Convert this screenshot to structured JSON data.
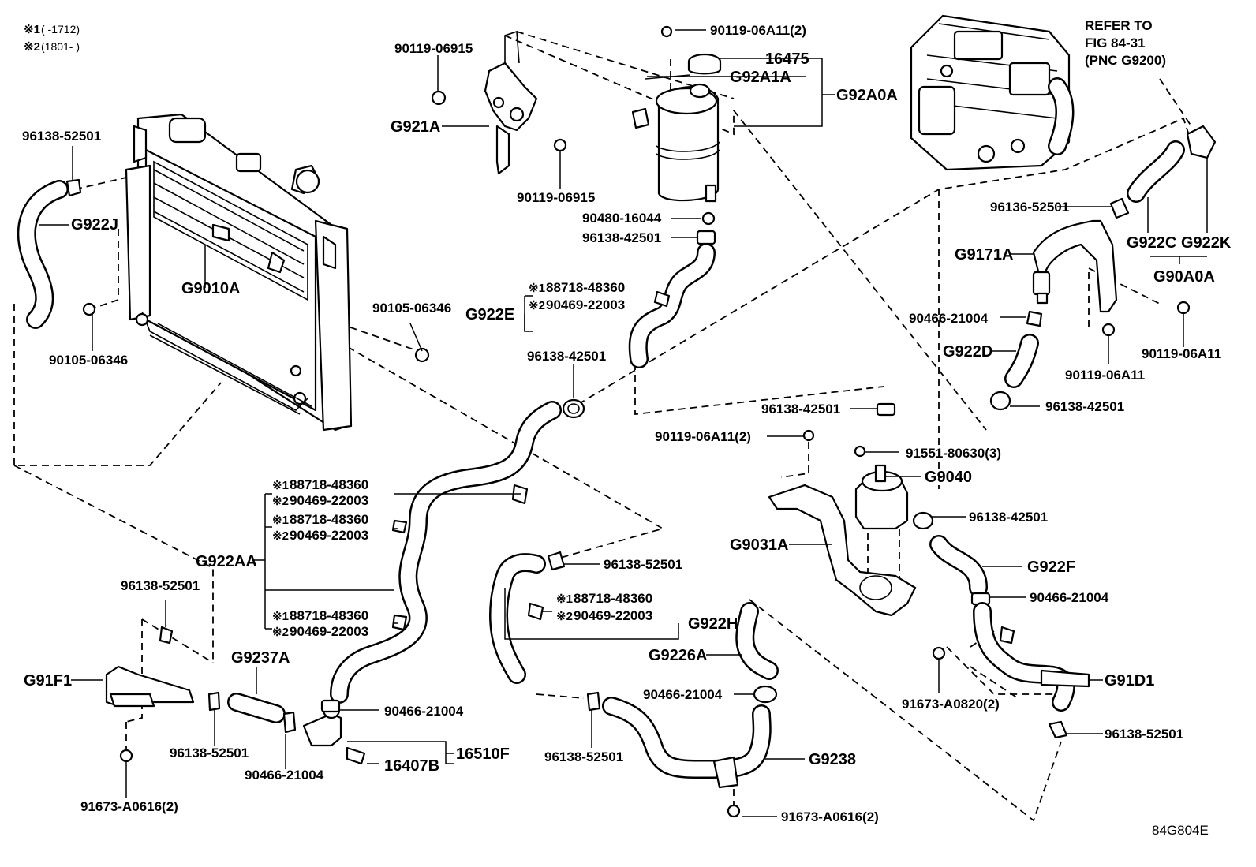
{
  "legend": [
    {
      "mark": "※1",
      "range": "(      -1712)"
    },
    {
      "mark": "※2",
      "range": "(1801-      )"
    }
  ],
  "refer": [
    "REFER TO",
    "FIG 84-31",
    "(PNC G9200)"
  ],
  "figure_code": "84G804E",
  "parts": {
    "p96138_52501_a": "96138-52501",
    "pG922J": "G922J",
    "pG9010A": "G9010A",
    "p90105_06346_a": "90105-06346",
    "p90105_06346_b": "90105-06346",
    "p90119_06915_a": "90119-06915",
    "pG921A": "G921A",
    "p90119_06915_b": "90119-06915",
    "p90119_06A11_2_a": "90119-06A11(2)",
    "p16475": "16475",
    "pG92A1A": "G92A1A",
    "pG92A0A": "G92A0A",
    "p90480_16044": "90480-16044",
    "p96138_42501_a": "96138-42501",
    "p88718_48360_a": "88718-48360",
    "p90469_22003_a": "90469-22003",
    "pG922E": "G922E",
    "p96138_42501_b": "96138-42501",
    "p96136_52501": "96136-52501",
    "pG9171A": "G9171A",
    "pG922C": "G922C",
    "pG922K": "G922K",
    "pG90A0A": "G90A0A",
    "p90466_21004_a": "90466-21004",
    "pG922D": "G922D",
    "p90119_06A11_a": "90119-06A11",
    "p90119_06A11_b": "90119-06A11",
    "p96138_42501_c": "96138-42501",
    "p96138_42501_d": "96138-42501",
    "p90119_06A11_2_b": "90119-06A11(2)",
    "p91551_80630": "91551-80630(3)",
    "pG9040": "G9040",
    "p96138_42501_e": "96138-42501",
    "pG9031A": "G9031A",
    "pG922F": "G922F",
    "p90466_21004_b": "90466-21004",
    "p88718_48360_b": "88718-48360",
    "p90469_22003_b": "90469-22003",
    "p88718_48360_c": "88718-48360",
    "p90469_22003_c": "90469-22003",
    "pG922AA": "G922AA",
    "p88718_48360_d": "88718-48360",
    "p90469_22003_d": "90469-22003",
    "p96138_52501_b": "96138-52501",
    "p88718_48360_e": "88718-48360",
    "p90469_22003_e": "90469-22003",
    "pG922H": "G922H",
    "pG9226A": "G9226A",
    "p90466_21004_c": "90466-21004",
    "pG9238": "G9238",
    "p91673_A0616_2_b": "91673-A0616(2)",
    "p96138_52501_c": "96138-52501",
    "pG91F1": "G91F1",
    "pG9237A": "G9237A",
    "p96138_52501_d": "96138-52501",
    "p90466_21004_d": "90466-21004",
    "p90466_21004_e": "90466-21004",
    "p16407B": "16407B",
    "p16510F": "16510F",
    "p96138_52501_e": "96138-52501",
    "p91673_A0616_2_a": "91673-A0616(2)",
    "p91673_A0820_2": "91673-A0820(2)",
    "pG91D1": "G91D1",
    "p96138_52501_f": "96138-52501"
  },
  "marks": {
    "m1": "※1",
    "m2": "※2"
  }
}
